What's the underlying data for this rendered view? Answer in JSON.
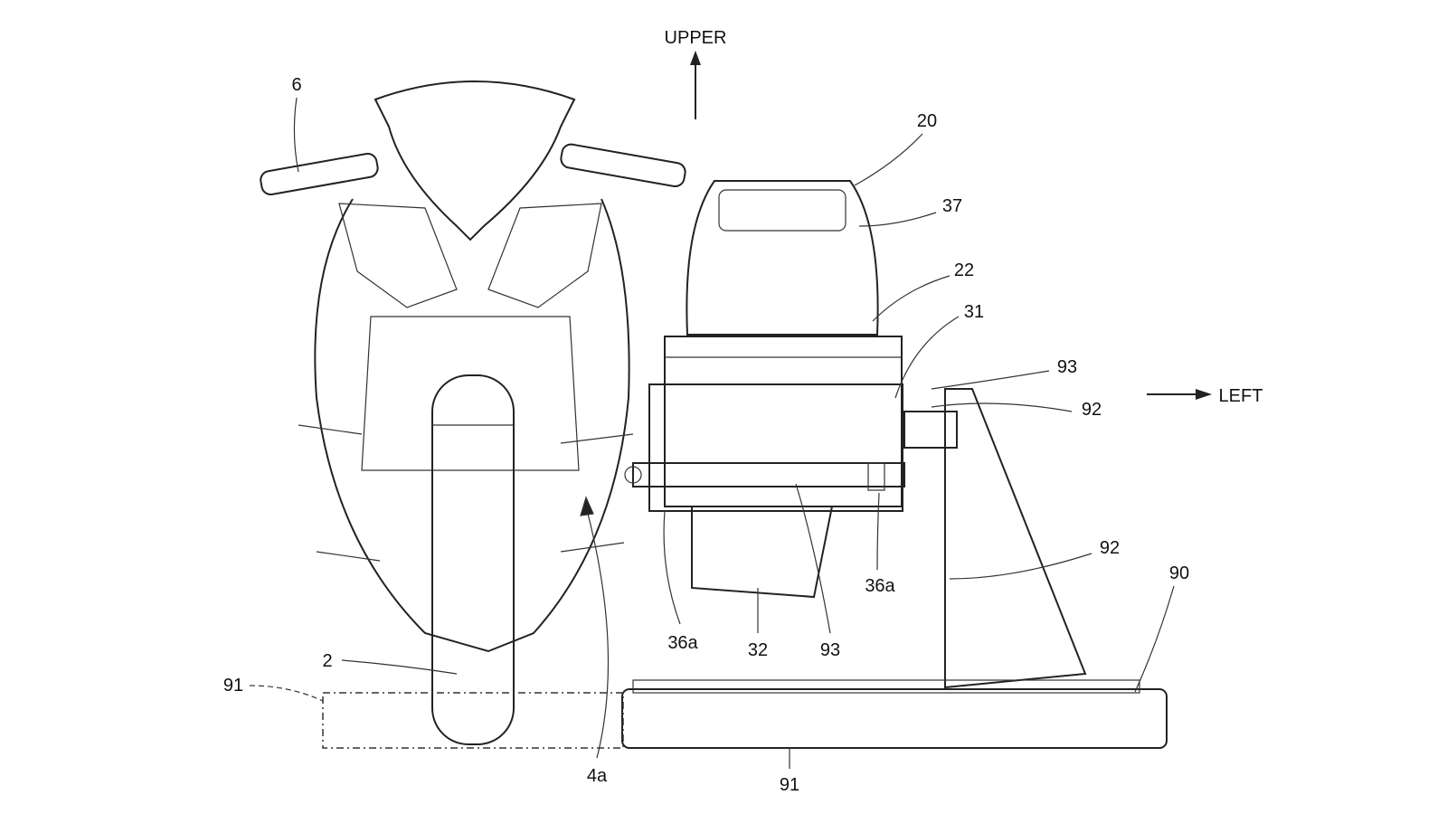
{
  "directions": {
    "upper": "UPPER",
    "left": "LEFT"
  },
  "labels": {
    "handlebar": "6",
    "front_wheel": "2",
    "detection_area": "4a",
    "battery_unit": "20",
    "handle": "37",
    "case": "22",
    "battery_body": "31",
    "bottom": "32",
    "rail_upper": "93",
    "rail_lower": "93",
    "support_upper": "92",
    "support_lower": "92",
    "pin_right": "36a",
    "pin_left": "36a",
    "station": "90",
    "base_left": "91",
    "base_bottom": "91"
  }
}
